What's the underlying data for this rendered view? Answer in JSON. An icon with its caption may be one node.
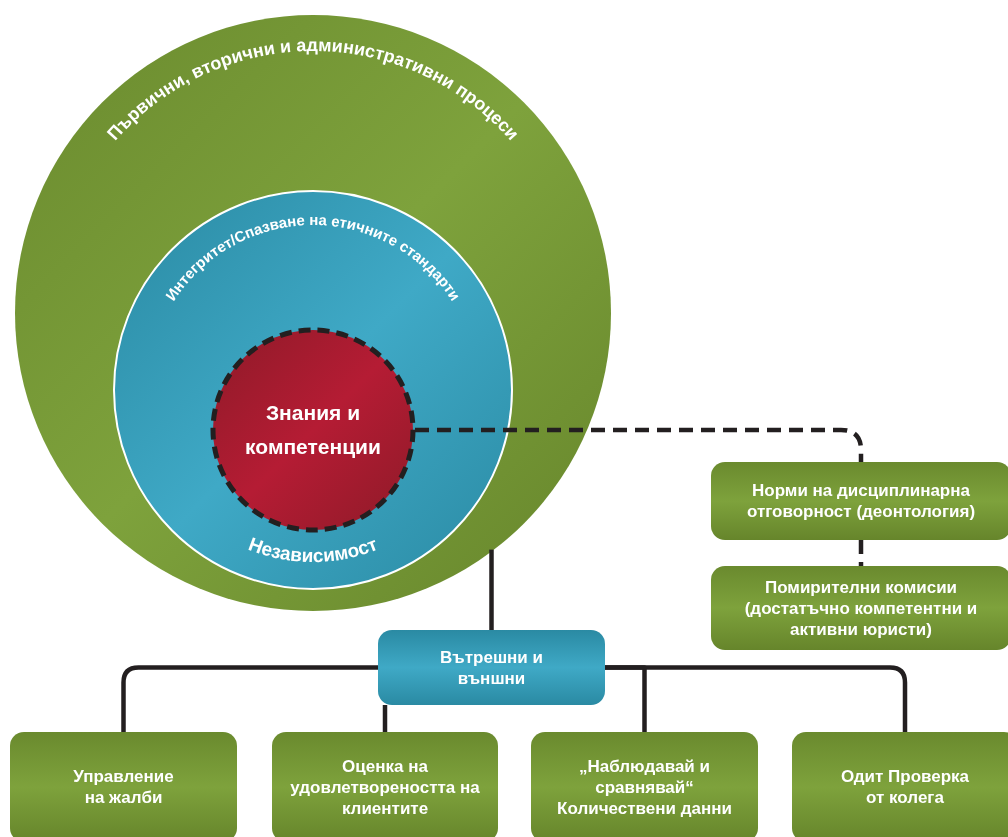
{
  "diagram": {
    "nodes": [
      {
        "text": [
          "Първични, вторични и административни процеси"
        ]
      },
      {
        "text": [
          "Интегритет/Спазване на етичните стандарти",
          "Независимост"
        ],
        "in": 0
      },
      {
        "text": [
          "Знания и компетенции"
        ],
        "in": 1
      },
      {
        "text": [
          "Норми на дисциплинарна отговорност (деонтология)"
        ]
      },
      {
        "text": [
          "Помирителни комисии (достатъчно компетентни и активни юристи)"
        ]
      },
      {
        "text": [
          "Вътрешни и външни"
        ]
      },
      {
        "text": [
          "Управление на жалби"
        ]
      },
      {
        "text": [
          "Оценка на удовлетвореността на клиентите"
        ]
      },
      {
        "text": [
          "„Наблюдавай и сравнявай“ Количествени данни"
        ]
      },
      {
        "text": [
          "Одит Проверка от колега"
        ]
      }
    ],
    "edges": [
      {
        "from": 2,
        "to": 3,
        "arrow": "none",
        "style": "dashed"
      },
      {
        "from": 3,
        "to": 4,
        "arrow": "none",
        "style": "dashed"
      },
      {
        "from": 0,
        "to": 5,
        "arrow": "none"
      },
      {
        "from": 5,
        "to": 6,
        "arrow": "none"
      },
      {
        "from": 5,
        "to": 7,
        "arrow": "none"
      },
      {
        "from": 5,
        "to": 8,
        "arrow": "none"
      },
      {
        "from": 5,
        "to": 9,
        "arrow": "none"
      }
    ]
  }
}
